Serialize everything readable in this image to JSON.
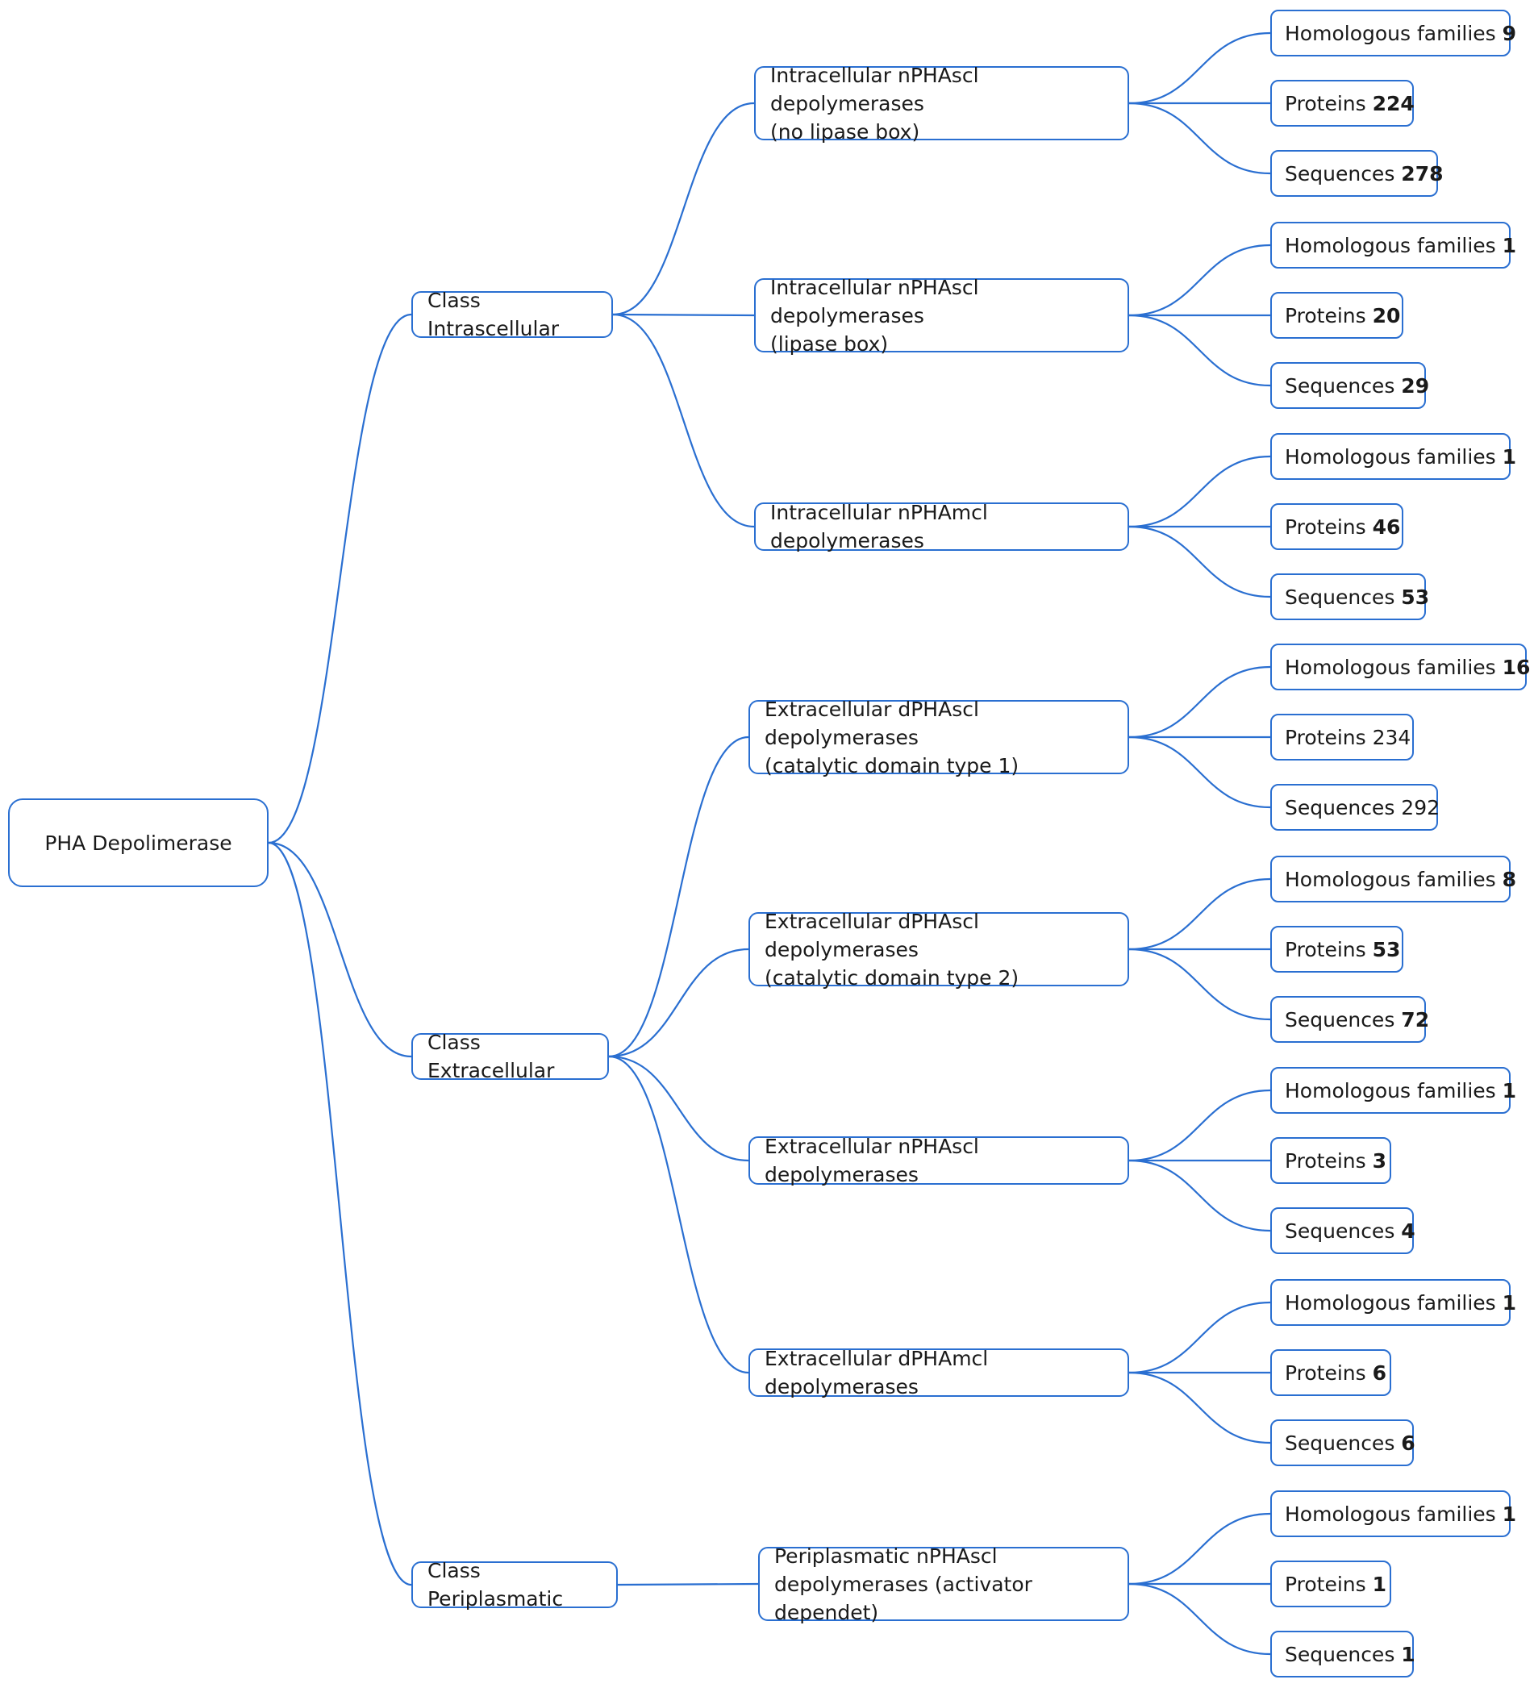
{
  "root": {
    "label": "PHA Depolimerase",
    "classes": [
      {
        "label": "Class Intrascellular",
        "groups": [
          {
            "label": "Intracellular nPHAscl depolymerases\n(no lipase box)",
            "stats": [
              {
                "label": "Homologous families",
                "value": "9",
                "bold": true
              },
              {
                "label": "Proteins",
                "value": "224",
                "bold": true
              },
              {
                "label": "Sequences",
                "value": "278",
                "bold": true
              }
            ]
          },
          {
            "label": "Intracellular nPHAscl depolymerases\n(lipase box)",
            "stats": [
              {
                "label": "Homologous families",
                "value": "1",
                "bold": true
              },
              {
                "label": "Proteins",
                "value": "20",
                "bold": true
              },
              {
                "label": "Sequences",
                "value": "29",
                "bold": true
              }
            ]
          },
          {
            "label": "Intracellular nPHAmcl depolymerases",
            "stats": [
              {
                "label": "Homologous families",
                "value": "1",
                "bold": true
              },
              {
                "label": "Proteins",
                "value": "46",
                "bold": true
              },
              {
                "label": "Sequences",
                "value": "53",
                "bold": true
              }
            ]
          }
        ]
      },
      {
        "label": "Class Extracellular",
        "groups": [
          {
            "label": "Extracellular dPHAscl depolymerases\n(catalytic domain type 1)",
            "stats": [
              {
                "label": "Homologous families",
                "value": "16",
                "bold": true
              },
              {
                "label": "Proteins",
                "value": "234",
                "bold": false
              },
              {
                "label": "Sequences",
                "value": "292",
                "bold": false
              }
            ]
          },
          {
            "label": "Extracellular dPHAscl depolymerases\n(catalytic domain type 2)",
            "stats": [
              {
                "label": "Homologous families",
                "value": "8",
                "bold": true
              },
              {
                "label": "Proteins",
                "value": "53",
                "bold": true
              },
              {
                "label": "Sequences",
                "value": "72",
                "bold": true
              }
            ]
          },
          {
            "label": "Extracellular nPHAscl depolymerases",
            "stats": [
              {
                "label": "Homologous families",
                "value": "1",
                "bold": true
              },
              {
                "label": "Proteins",
                "value": "3",
                "bold": true
              },
              {
                "label": "Sequences",
                "value": "4",
                "bold": true
              }
            ]
          },
          {
            "label": "Extracellular dPHAmcl depolymerases",
            "stats": [
              {
                "label": "Homologous families",
                "value": "1",
                "bold": true
              },
              {
                "label": "Proteins",
                "value": "6",
                "bold": true
              },
              {
                "label": "Sequences",
                "value": "6",
                "bold": true
              }
            ]
          }
        ]
      },
      {
        "label": "Class Periplasmatic",
        "groups": [
          {
            "label": "Periplasmatic nPHAscl\ndepolymerases (activator dependet)",
            "stats": [
              {
                "label": "Homologous families",
                "value": "1",
                "bold": true
              },
              {
                "label": "Proteins",
                "value": "1",
                "bold": true
              },
              {
                "label": "Sequences",
                "value": "1",
                "bold": true
              }
            ]
          }
        ]
      }
    ]
  }
}
